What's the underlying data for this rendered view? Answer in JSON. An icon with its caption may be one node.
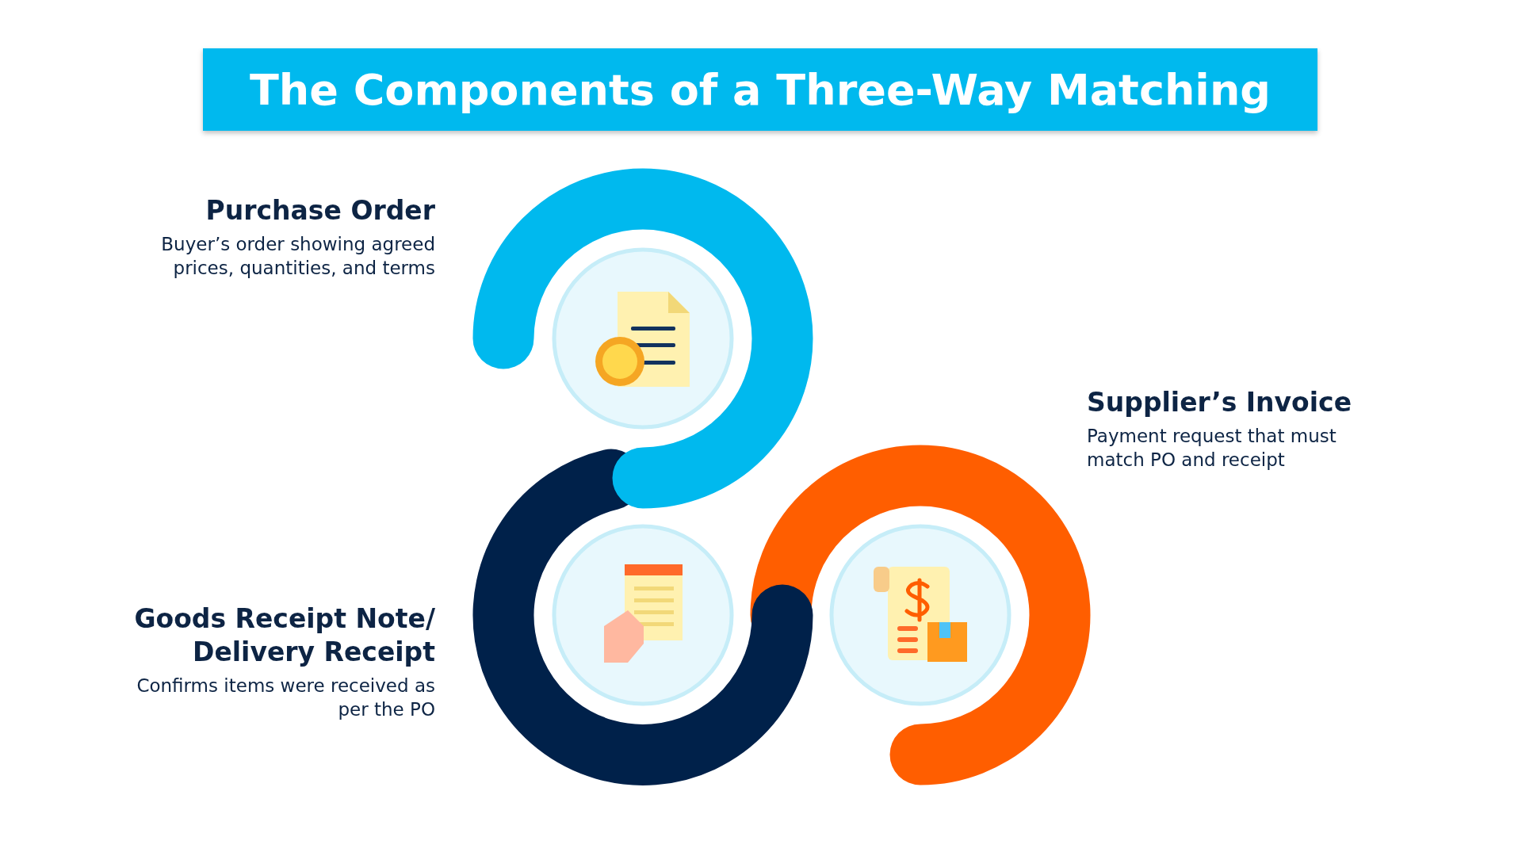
{
  "diagram": {
    "title": "The Components of a Three-Way Matching",
    "nodes": [
      {
        "text": [
          "Purchase Order",
          "Buyer’s order showing agreed prices, quantities, and terms"
        ]
      },
      {
        "text": [
          "Supplier’s Invoice",
          "Payment request that must match PO and receipt"
        ]
      },
      {
        "text": [
          "Goods Receipt Note/ Delivery Receipt",
          "Confirms items were received as per the PO"
        ]
      }
    ],
    "edges": []
  }
}
